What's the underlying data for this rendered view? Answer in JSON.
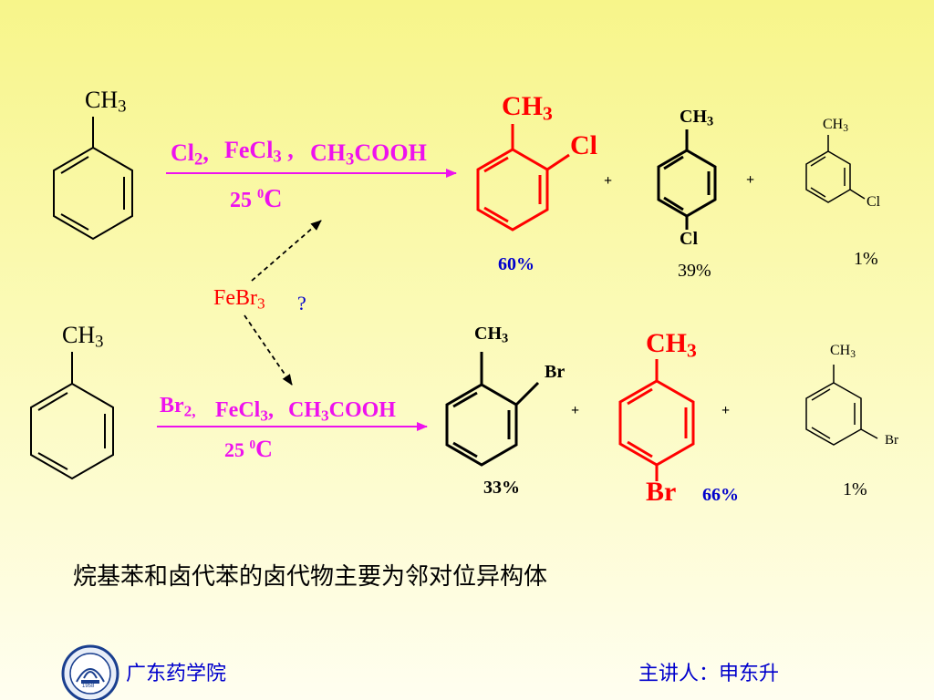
{
  "reaction1": {
    "reactant_group": "CH",
    "reagents_cl2": "Cl",
    "reagents_fecl3": "FeCl",
    "reagents_solvent": "CH",
    "reagents_solvent_tail": "COOH",
    "temperature_num": "25",
    "temperature_unit": "C",
    "temperature_sup": "0",
    "ortho_group": "CH",
    "ortho_substituent": "Cl",
    "ortho_yield": "60%",
    "para_group": "CH",
    "para_substituent": "Cl",
    "para_yield": "39%",
    "meta_group": "CH",
    "meta_substituent": "Cl",
    "meta_yield": "1%"
  },
  "catalyst": {
    "label": "FeBr",
    "question": "?"
  },
  "reaction2": {
    "reactant_group": "CH",
    "reagents_br2": "Br",
    "reagents_fecl3": "FeCl",
    "reagents_solvent": "CH",
    "reagents_solvent_tail": "COOH",
    "temperature_num": "25",
    "temperature_unit": "C",
    "temperature_sup": "0",
    "ortho_group": "CH",
    "ortho_substituent": "Br",
    "ortho_yield": "33%",
    "para_group": "CH",
    "para_substituent": "Br",
    "para_yield": "66%",
    "meta_group": "CH",
    "meta_substituent": "Br",
    "meta_yield": "1%"
  },
  "plus": "+",
  "conclusion": "烷基苯和卤代苯的卤代物主要为邻对位异构体",
  "footer": {
    "school": "广东药学院",
    "lecturer": "主讲人：申东升",
    "logo_year": "1958"
  },
  "colors": {
    "reagent": "#ee11ee",
    "major_product": "#ff0000",
    "yield_highlight": "#0000cc",
    "footer_text": "#0000cc"
  }
}
